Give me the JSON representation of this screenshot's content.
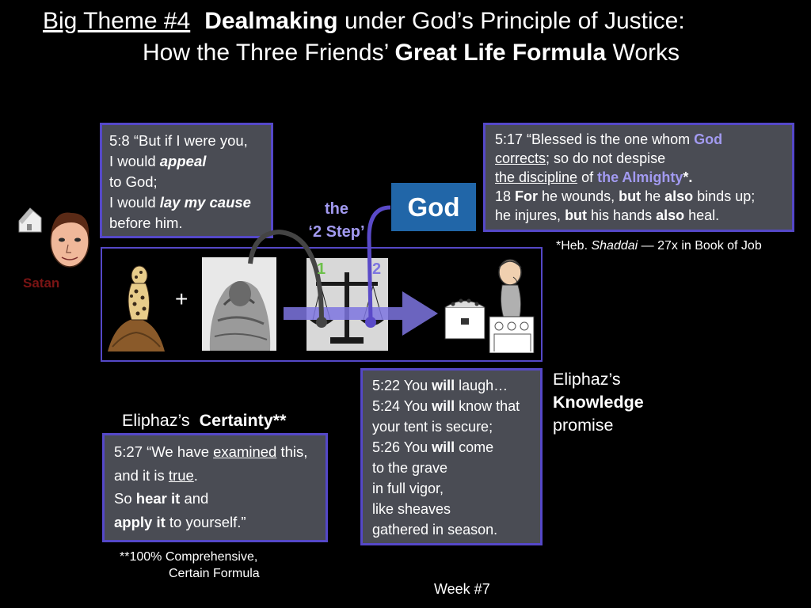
{
  "title": {
    "theme": "Big Theme #4",
    "bold1": "Dealmaking",
    "rest1": "under God’s Principle of Justice:",
    "pre2": "How the Three Friends’",
    "bold2": "Great Life Formula",
    "post2": "Works"
  },
  "appeal_box": {
    "l1": "5:8 “But if I were you,",
    "l2a": "I would ",
    "l2b": "appeal",
    "l3": "to God;",
    "l4a": "I would ",
    "l4b": "lay my cause",
    "l5": "before him."
  },
  "god_box": {
    "label": "God"
  },
  "two_step": {
    "l1": "the",
    "l2": "‘2 Step’",
    "step1": "1",
    "step2": "2"
  },
  "blessed_box": {
    "l1a": "5:17 “Blessed is the one whom ",
    "l1b": "God",
    "l2a": "corrects",
    "l2b": "; so do not despise",
    "l3a": "the discipline",
    "l3b": " of ",
    "l3c": "the Almighty",
    "l3d": "*.",
    "l4a": "18 ",
    "l4b": "For",
    "l4c": " he wounds, ",
    "l4d": "but",
    "l4e": " he ",
    "l4f": "also",
    "l4g": " binds up;",
    "l5a": "he injures, ",
    "l5b": "but",
    "l5c": " his hands ",
    "l5d": "also",
    "l5e": " heal."
  },
  "shaddai_note": {
    "pre": "*Heb. ",
    "ital": "Shaddai",
    "post": " — 27x in Book of Job"
  },
  "satan_label": "Satan",
  "plus_sign": "+",
  "knowledge": {
    "l1": "Eliphaz’s",
    "l2": "Knowledge",
    "l3": "promise"
  },
  "will_box": {
    "l1a": "5:22 You ",
    "l1b": "will",
    "l1c": " laugh…",
    "l2a": "5:24 You ",
    "l2b": "will",
    "l2c": " know that",
    "l3": "your tent is secure;",
    "l4a": "5:26 You ",
    "l4b": "will",
    "l4c": " come",
    "l5": "to the grave",
    "l6": "in full vigor,",
    "l7": "like sheaves",
    "l8": "gathered in season."
  },
  "certainty": {
    "l1": "Eliphaz’s",
    "l2": "Certainty**"
  },
  "certainty_box": {
    "l1a": "5:27 “We have ",
    "l1b": "examined",
    "l1c": " this,",
    "l2a": "and it is ",
    "l2b": "true",
    "l2c": ".",
    "l3a": "So ",
    "l3b": "hear it",
    "l3c": " and",
    "l4a": "apply it",
    "l4b": " to yourself.”"
  },
  "formula_note": {
    "l1": "**100% Comprehensive,",
    "l2": "Certain Formula"
  },
  "week": "Week #7",
  "colors": {
    "box_bg": "#4a4c54",
    "box_border": "#5548c8",
    "god_bg": "#2166a8",
    "accent": "#a29af0",
    "satan": "#7a1414",
    "step1": "#6cc04a"
  }
}
